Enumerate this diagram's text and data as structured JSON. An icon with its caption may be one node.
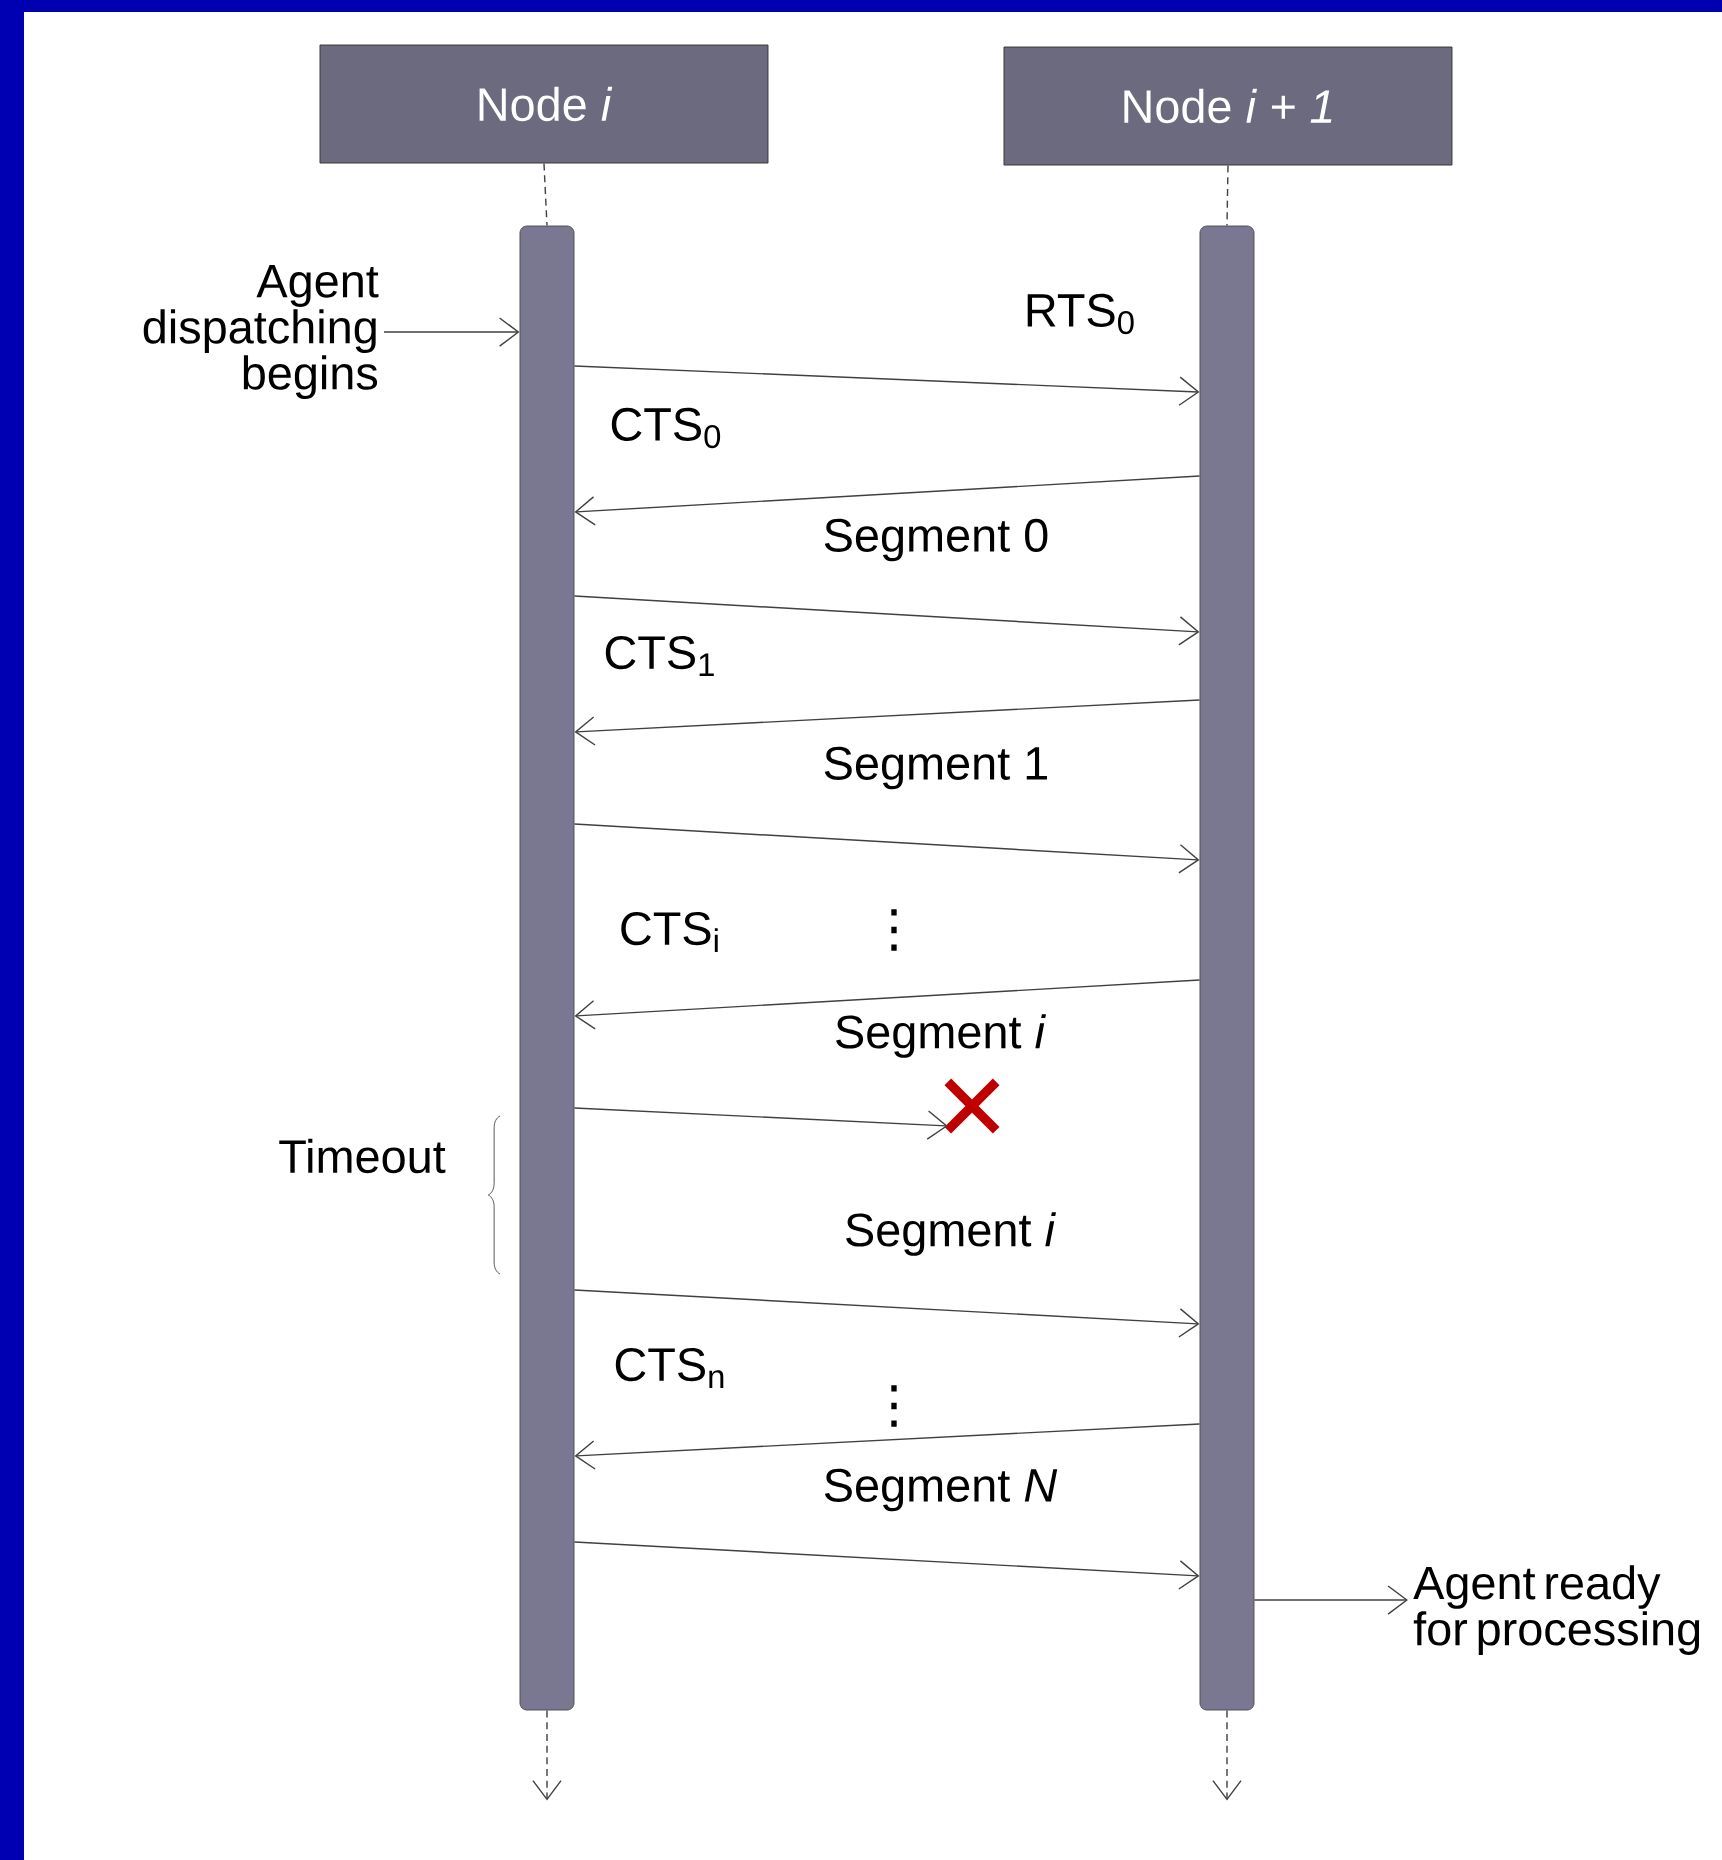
{
  "diagram": {
    "nodes": [
      {
        "text": [
          "Node *i*"
        ]
      },
      {
        "text": [
          "Node *i + 1*"
        ]
      },
      {
        "text": [],
        "shape": "bar"
      },
      {
        "text": [],
        "shape": "bar"
      },
      {
        "text": [
          "Agent dispatching begins"
        ]
      },
      {
        "text": [
          "Agent ready for processing"
        ]
      },
      {
        "text": [],
        "shape": "cross"
      }
    ],
    "edges": [
      {
        "from": 0,
        "to": 2,
        "arrow": "none",
        "style": "dashed"
      },
      {
        "from": 1,
        "to": 3,
        "arrow": "none",
        "style": "dashed"
      },
      {
        "from": 4,
        "to": 2,
        "arrow": "to"
      },
      {
        "from": 2,
        "to": 3,
        "arrow": "to",
        "label": "RTS$_{0}$"
      },
      {
        "from": 3,
        "to": 2,
        "arrow": "to",
        "label": "CTS$_{0}$"
      },
      {
        "from": 2,
        "to": 3,
        "arrow": "to",
        "label": "Segment 0"
      },
      {
        "from": 3,
        "to": 2,
        "arrow": "to",
        "label": "CTS$_{1}$"
      },
      {
        "from": 2,
        "to": 3,
        "arrow": "to",
        "label": "Segment 1"
      },
      {
        "from": 3,
        "to": 2,
        "arrow": "to",
        "label": "CTS$_{i}$"
      },
      {
        "from": 2,
        "to": 6,
        "arrow": "to",
        "label": "Segment *i*"
      },
      {
        "from": 2,
        "to": 3,
        "arrow": "to",
        "label": "Segment *i*"
      },
      {
        "from": 3,
        "to": 2,
        "arrow": "to",
        "label": "CTS$_{n}$"
      },
      {
        "from": 2,
        "to": 3,
        "arrow": "to",
        "label": "Segment *N*"
      },
      {
        "from": 3,
        "to": 5,
        "arrow": "to"
      },
      {
        "from": 2,
        "to": null,
        "arrow": "to",
        "style": "dashed"
      },
      {
        "from": 3,
        "to": null,
        "arrow": "to",
        "style": "dashed"
      }
    ],
    "labels": [
      "⋮",
      "Timeout",
      "⋮"
    ]
  }
}
